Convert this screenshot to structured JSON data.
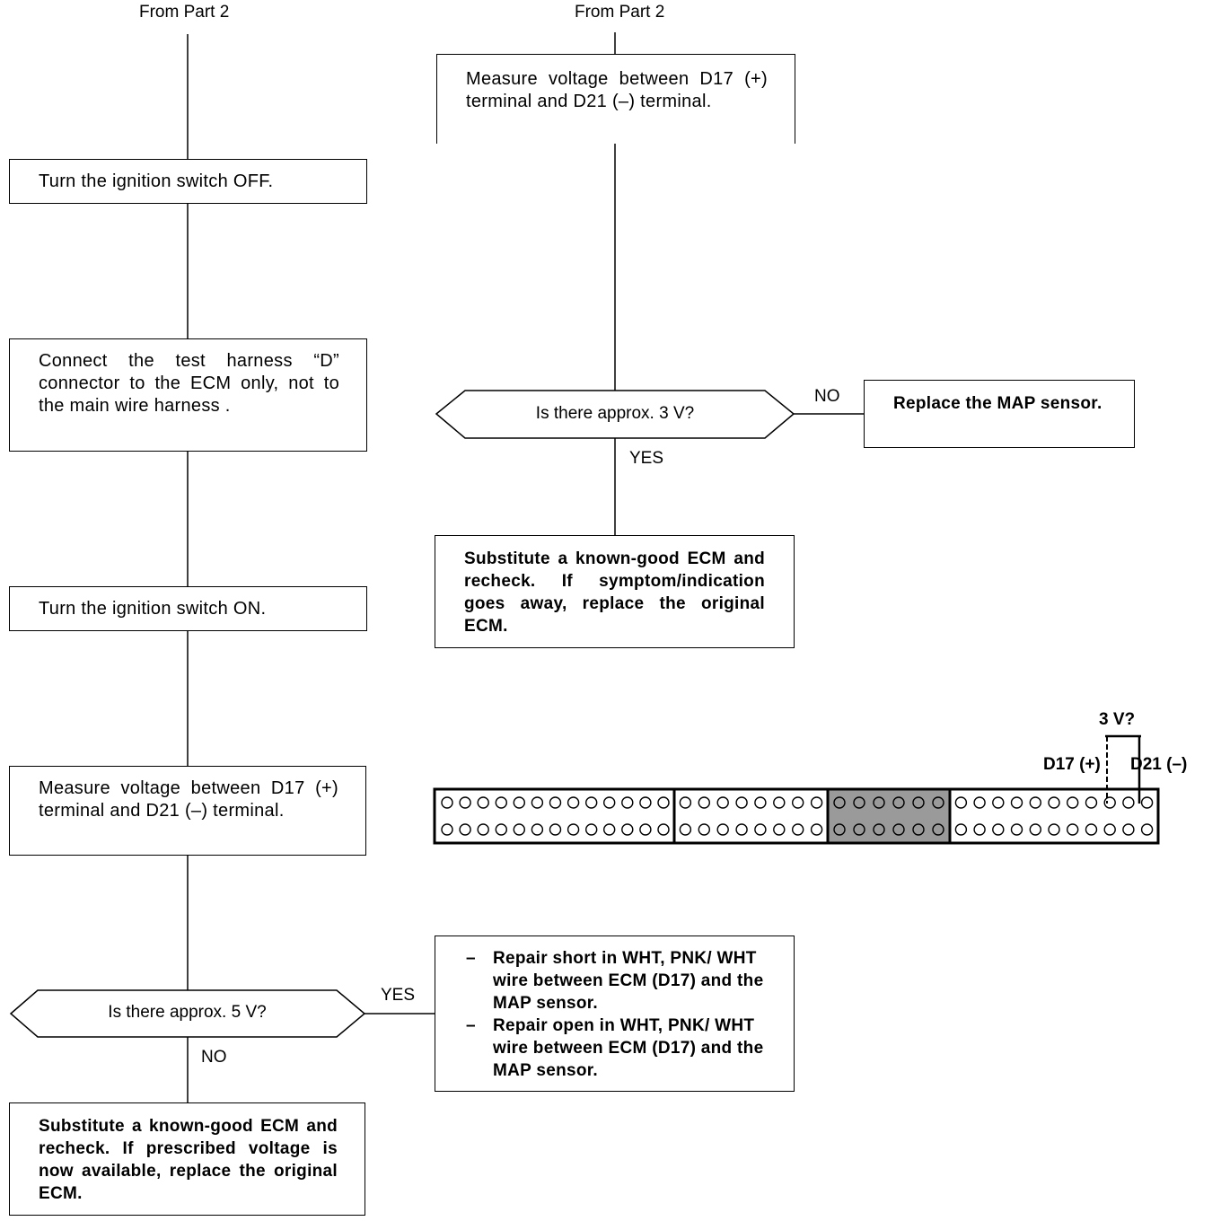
{
  "left_column": {
    "from_label": "From Part 2",
    "step1": "Turn the ignition switch OFF.",
    "step2": "Connect the test harness “D” connector to the ECM only, not to the main wire harness .",
    "step3": "Turn the ignition switch ON.",
    "step4": "Measure voltage between D17 (+) terminal and D21 (–) terminal.",
    "decision": "Is there approx. 5 V?",
    "yes_label": "YES",
    "no_label": "NO",
    "no_result": "Substitute a known-good ECM and recheck. If prescribed voltage is now available, replace the original ECM.",
    "yes_result": [
      "Repair short in WHT, PNK/ WHT wire between ECM (D17) and the MAP sensor.",
      "Repair open in WHT, PNK/ WHT wire between ECM (D17) and the MAP sensor."
    ],
    "bullet_dash": "–"
  },
  "right_column": {
    "from_label": "From Part 2",
    "step1": "Measure voltage between D17 (+) terminal and D21 (–) terminal.",
    "decision": "Is there approx. 3 V?",
    "no_label": "NO",
    "yes_label": "YES",
    "no_result": "Replace the MAP sensor.",
    "yes_result": "Substitute a known-good ECM and recheck. If symptom/indication goes away, replace the original ECM."
  },
  "connector": {
    "question": "3 V?",
    "pos_label": "D17 (+)",
    "neg_label": "D21 (–)",
    "blocks": [
      {
        "pins_per_row": 13,
        "shaded": false
      },
      {
        "pins_per_row": 8,
        "shaded": false
      },
      {
        "pins_per_row": 6,
        "shaded": true
      },
      {
        "pins_per_row": 11,
        "shaded": false
      }
    ]
  },
  "colors": {
    "line": "#000000",
    "shade": "#9a9a9a",
    "background": "#ffffff"
  }
}
